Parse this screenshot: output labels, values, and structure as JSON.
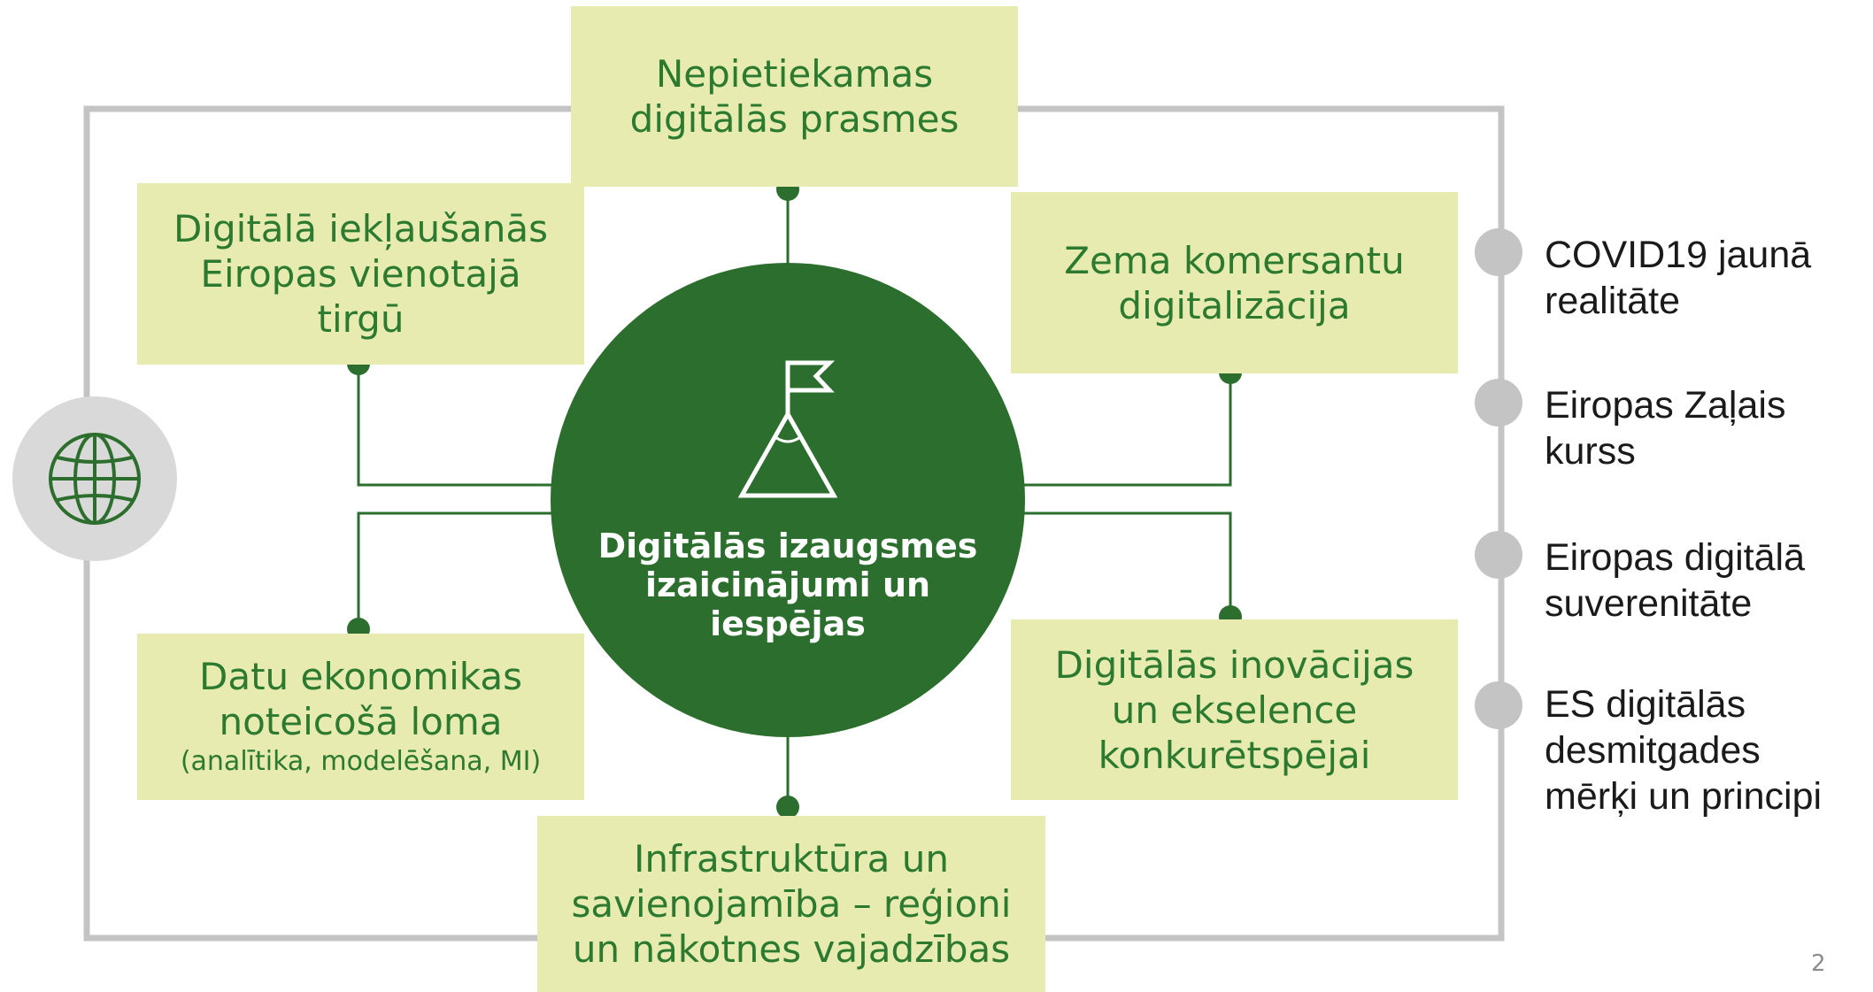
{
  "center": {
    "text": "Digitālās izaugsmes izaicinājumi un iespējas",
    "icon": "flag-mountain-icon"
  },
  "boxes": {
    "top": {
      "lines": [
        "Nepietiekamas",
        "digitālās prasmes"
      ]
    },
    "top_left": {
      "lines": [
        "Digitālā iekļaušanās",
        "Eiropas vienotajā",
        "tirgū"
      ]
    },
    "top_right": {
      "lines": [
        "Zema komersantu",
        "digitalizācija"
      ]
    },
    "bottom_left": {
      "lines": [
        "Datu ekonomikas",
        "noteicošā loma"
      ],
      "sub": "(analītika, modelēšana, MI)"
    },
    "bottom_right": {
      "lines": [
        "Digitālās inovācijas",
        "un ekselence",
        "konkurētspējai"
      ]
    },
    "bottom": {
      "lines": [
        "Infrastruktūra un",
        "savienojamība – reģioni",
        "un nākotnes vajadzības"
      ]
    }
  },
  "globe": {
    "icon": "globe-icon"
  },
  "side_items": [
    {
      "lines": [
        "COVID19 jaunā",
        "realitāte"
      ]
    },
    {
      "lines": [
        "Eiropas Zaļais",
        "kurss"
      ]
    },
    {
      "lines": [
        "Eiropas digitālā",
        "suverenitāte"
      ]
    },
    {
      "lines": [
        "ES digitālās",
        "desmitgades",
        "mērķi un principi"
      ]
    }
  ],
  "page_number": "2",
  "colors": {
    "dark_green": "#2b6e2d",
    "text_green": "#2b7a2f",
    "box_fill": "#e8ebb0",
    "frame_gray": "#c4c4c4",
    "globe_bg": "#d9d9d9"
  }
}
